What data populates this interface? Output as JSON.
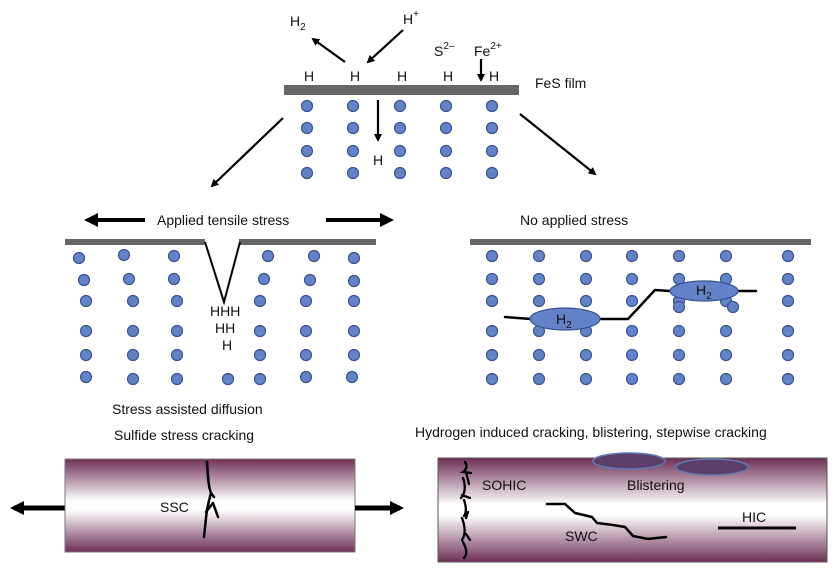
{
  "top": {
    "h2": "H",
    "h2_sub": "2",
    "h_plus": "H",
    "h_plus_sup": "+",
    "s2": "S",
    "s2_sup": "2–",
    "fe2": "Fe",
    "fe2_sup": "2+",
    "surface_h": [
      "H",
      "H",
      "H",
      "H",
      "H"
    ],
    "film_label": "FeS film",
    "diffused_h": "H"
  },
  "left_panel": {
    "title": "Applied tensile stress",
    "crack_h_rows": [
      "HHH",
      "HH",
      "H"
    ],
    "caption_1": "Stress assisted diffusion",
    "caption_2": "Sulfide stress cracking"
  },
  "right_panel": {
    "title": "No applied stress",
    "blister_1": "H",
    "blister_1_sub": "2",
    "blister_2": "H",
    "blister_2_sub": "2",
    "caption": "Hydrogen induced cracking, blistering, stepwise cracking"
  },
  "bottom_left": {
    "label": "SSC"
  },
  "bottom_right": {
    "sohic": "SOHIC",
    "blistering": "Blistering",
    "swc": "SWC",
    "hic": "HIC"
  },
  "colors": {
    "atom": "#6383c9",
    "film": "#666666",
    "pipe": "#6e2f55",
    "blister": "#5b3f68"
  }
}
